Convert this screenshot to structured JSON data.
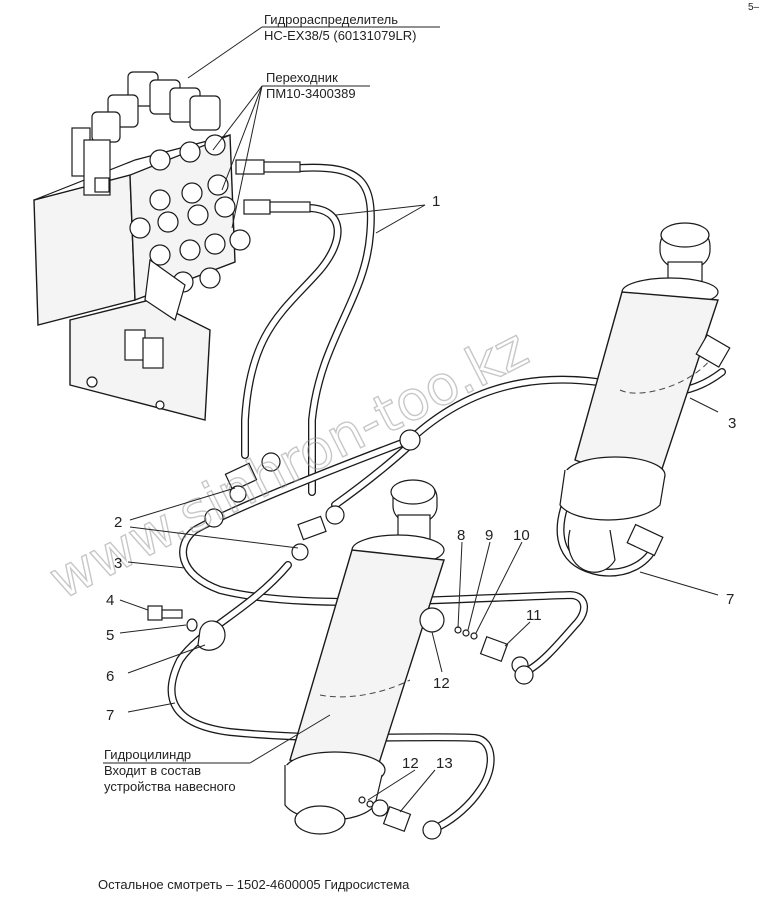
{
  "corner_mark": "5–",
  "labels": {
    "distributor_line1": "Гидрораспределитель",
    "distributor_line2": "НС-ЕХ38/5 (60131079LR)",
    "adapter_line1": "Переходник",
    "adapter_line2": "ПМ10-3400389",
    "cylinder_line1": "Гидроцилиндр",
    "cylinder_line2": "Входит в состав",
    "cylinder_line3": "устройства навесного",
    "footer": "Остальное смотреть – 1502-4600005 Гидросистема"
  },
  "callouts": [
    "1",
    "2",
    "3",
    "3",
    "4",
    "5",
    "6",
    "7",
    "7",
    "8",
    "9",
    "10",
    "11",
    "12",
    "12",
    "13"
  ],
  "watermark": "www.sinhron-too.kz"
}
